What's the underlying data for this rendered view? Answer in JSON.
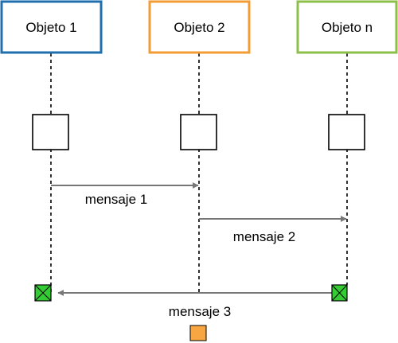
{
  "colors": {
    "object_1": "#1f6fae",
    "object_2": "#f39c34",
    "object_n": "#8dc04a",
    "lifeline": "#000000",
    "arrow": "#777777",
    "marker_fill": "#33cc33",
    "end_marker": "#f7a642"
  },
  "objects": [
    {
      "label": "Objeto 1"
    },
    {
      "label": "Objeto 2"
    },
    {
      "label": "Objeto n"
    }
  ],
  "messages": [
    {
      "label": "mensaje 1"
    },
    {
      "label": "mensaje 2"
    },
    {
      "label": "mensaje 3"
    }
  ],
  "icons": {
    "destroy_marker": "x-box-icon",
    "end_marker": "square-icon"
  }
}
